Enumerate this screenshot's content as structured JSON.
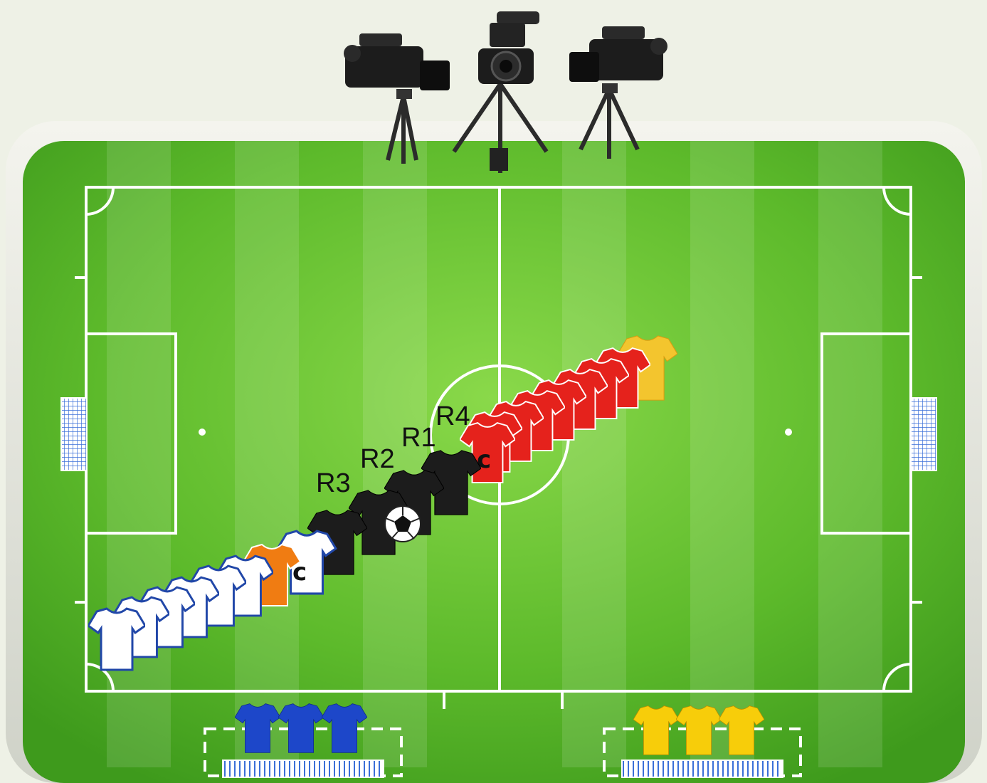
{
  "referees": [
    {
      "label": "R3"
    },
    {
      "label": "R2"
    },
    {
      "label": "R1"
    },
    {
      "label": "R4"
    }
  ],
  "captain_mark": "c",
  "colors": {
    "pitch": "#4fae24",
    "pitch_light": "#7cd23c",
    "line": "#ffffff",
    "home_shirt": "#ffffff",
    "home_trim": "#2147a8",
    "home_keeper": "#f07c12",
    "away_shirt": "#e5221c",
    "away_keeper": "#f3c52e",
    "referee_shirt": "#1c1c1c",
    "sub_blue": "#1d47c9",
    "sub_yellow": "#f7cd0a"
  },
  "icons": [
    "tv-camera-icon",
    "soccer-ball-icon",
    "goal-net-icon",
    "shirt-icon",
    "bench-icon"
  ]
}
